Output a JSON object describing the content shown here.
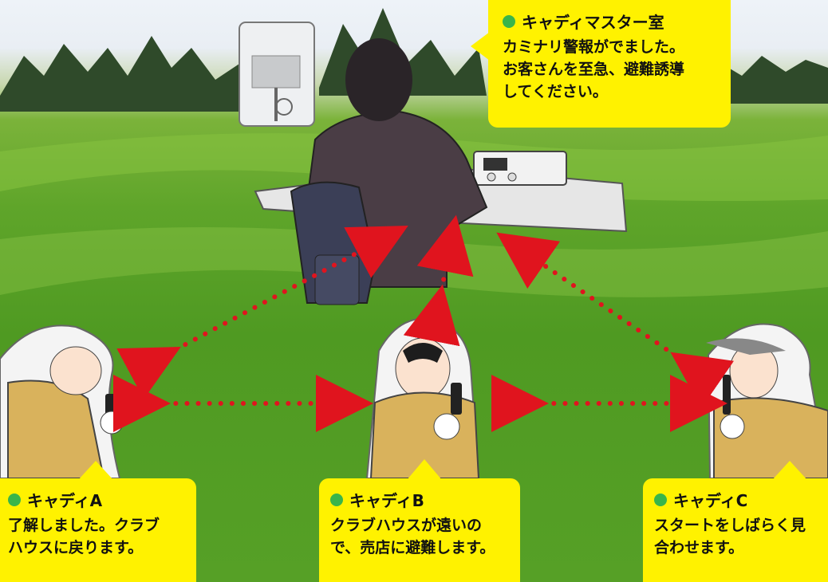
{
  "bubbles": {
    "master": {
      "title": "キャディマスター室",
      "lines": [
        "カミナリ警報がでました。",
        "お客さんを至急、避難誘導",
        "してください。"
      ]
    },
    "caddie_a": {
      "title": "キャディA",
      "lines": [
        "了解しました。クラブ",
        "ハウスに戻ります。"
      ]
    },
    "caddie_b": {
      "title": "キャディB",
      "lines": [
        "クラブハウスが遠いの",
        "で、売店に避難します。"
      ]
    },
    "caddie_c": {
      "title": "キャディC",
      "lines": [
        "スタートをしばらく見",
        "合わせます。"
      ]
    }
  },
  "colors": {
    "bubble": "#fff200",
    "dot": "#39b54a",
    "arrow": "#e0141e"
  }
}
